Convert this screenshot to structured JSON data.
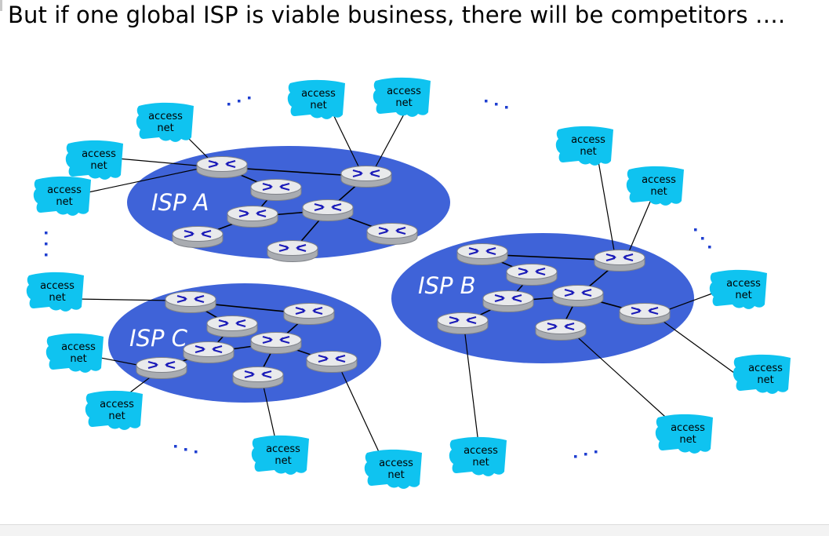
{
  "slide": {
    "title": "But if one global ISP is viable business, there will be competitors …."
  },
  "isps": [
    {
      "id": "A",
      "label": "ISP A"
    },
    {
      "id": "B",
      "label": "ISP B"
    },
    {
      "id": "C",
      "label": "ISP C"
    }
  ],
  "access_net": {
    "line1": "access",
    "line2": "net"
  },
  "colors": {
    "isp_fill": "#3f63d8",
    "access_cloud": "#0fc3f0",
    "dots": "#1f3fd0"
  },
  "icons": [
    "router-icon",
    "access-network-cloud-icon",
    "ellipsis-dots-icon"
  ]
}
